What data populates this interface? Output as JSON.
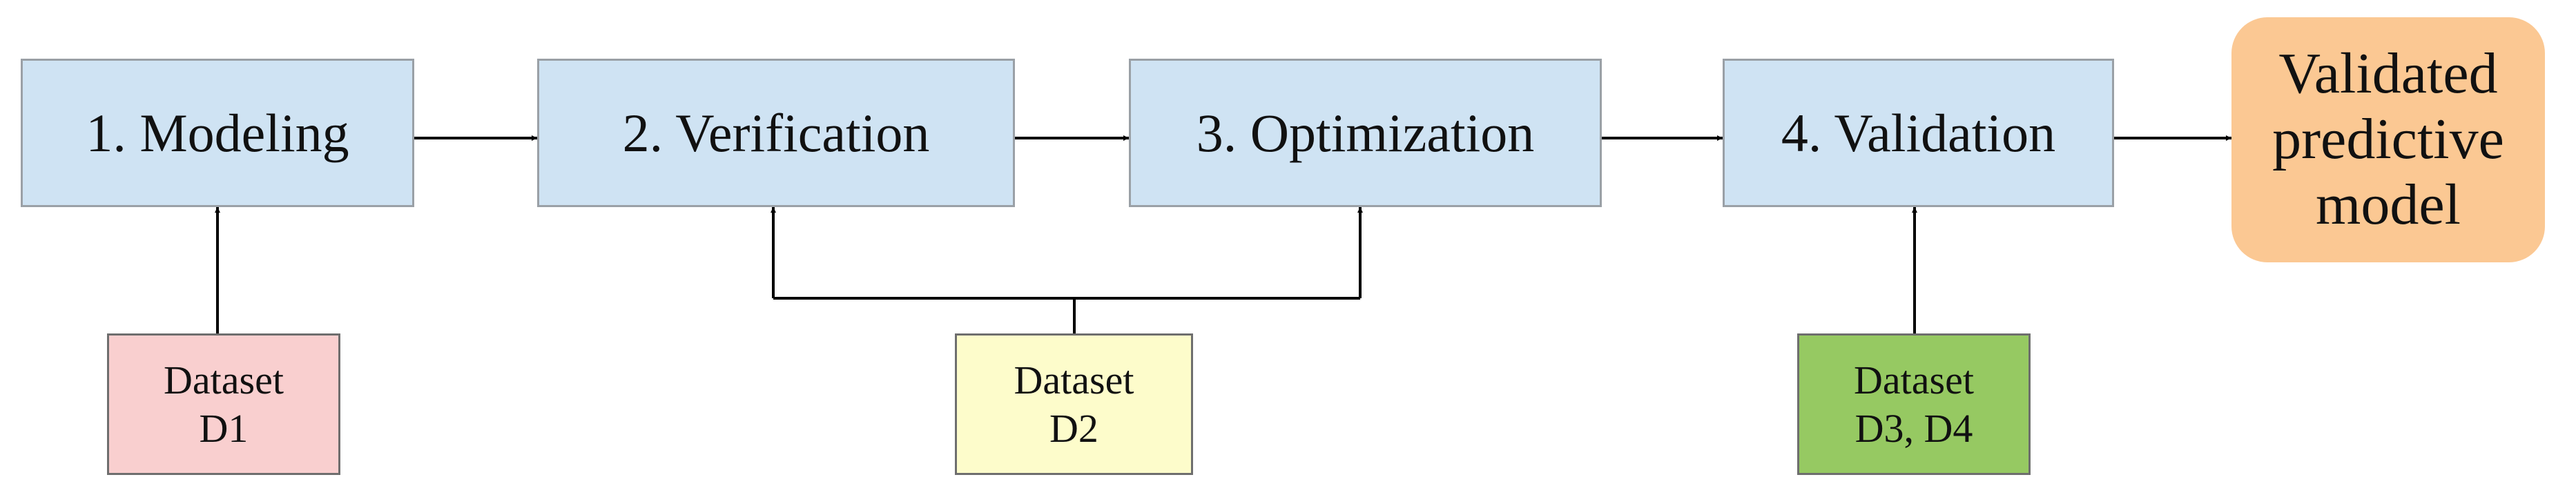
{
  "steps": [
    {
      "label": "1. Modeling"
    },
    {
      "label": "2. Verification"
    },
    {
      "label": "3. Optimization"
    },
    {
      "label": "4. Validation"
    }
  ],
  "datasets": [
    {
      "line1": "Dataset",
      "line2": "D1",
      "color": "#f9cfcf"
    },
    {
      "line1": "Dataset",
      "line2": "D2",
      "color": "#fdfccb"
    },
    {
      "line1": "Dataset",
      "line2": "D3, D4",
      "color": "#96c962"
    }
  ],
  "result": {
    "line1": "Validated",
    "line2": "predictive",
    "line3": "model",
    "color": "#fbc893"
  },
  "colors": {
    "step_fill": "#cfe3f3",
    "step_border": "#9aa0a6",
    "arrow": "#000000"
  }
}
